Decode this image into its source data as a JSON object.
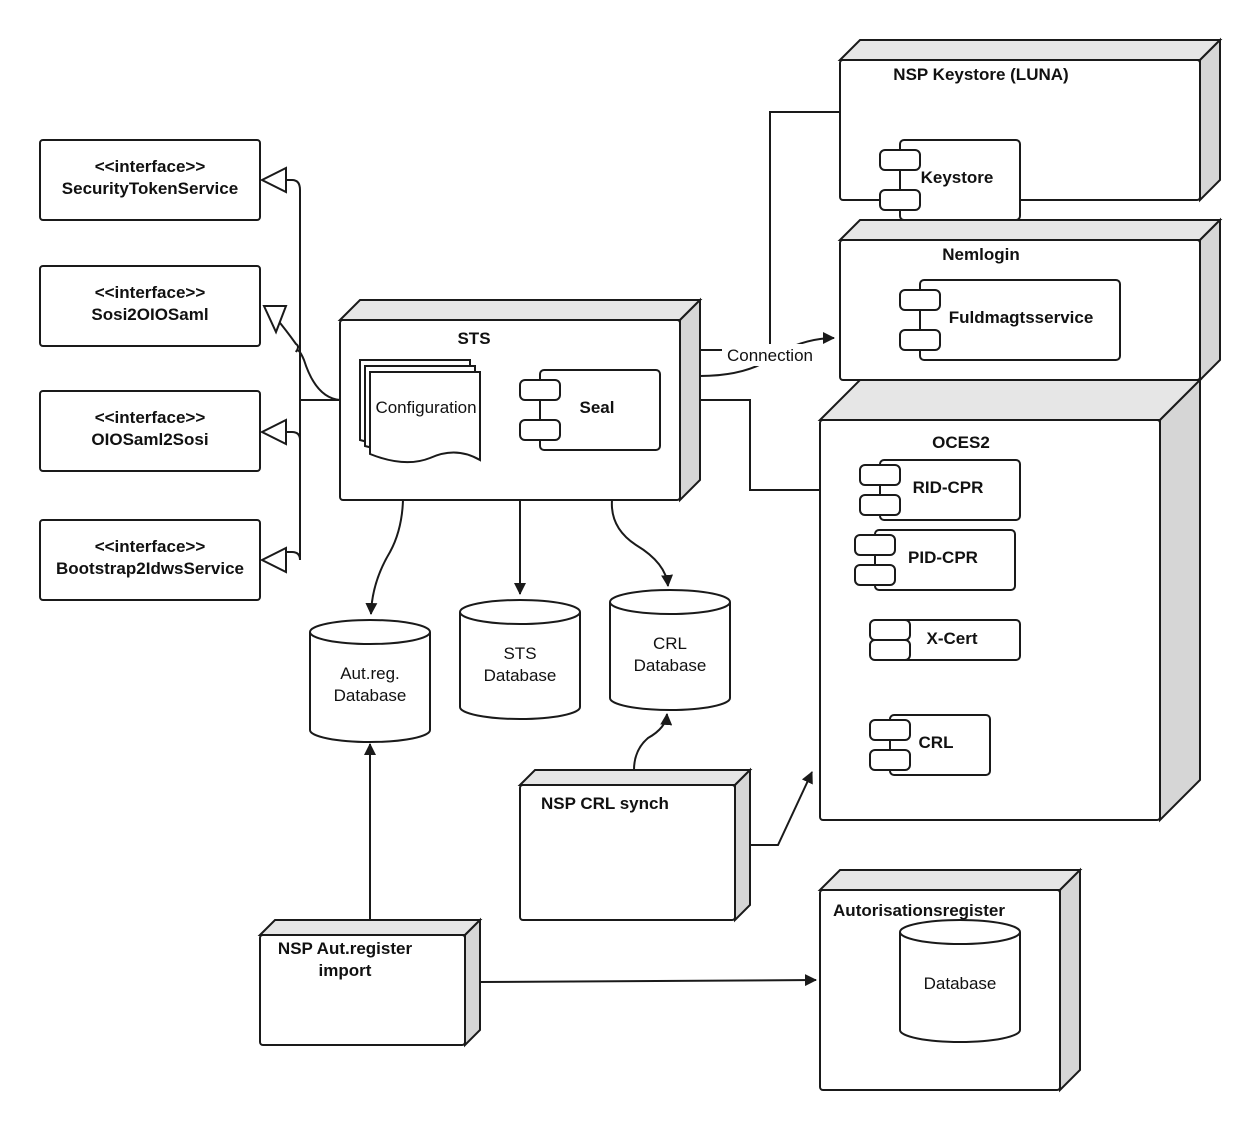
{
  "interfaces": [
    {
      "stereotype": "<<interface>>",
      "name": "SecurityTokenService"
    },
    {
      "stereotype": "<<interface>>",
      "name": "Sosi2OIOSaml"
    },
    {
      "stereotype": "<<interface>>",
      "name": "OIOSaml2Sosi"
    },
    {
      "stereotype": "<<interface>>",
      "name": "Bootstrap2IdwsService"
    }
  ],
  "nodes": {
    "sts": {
      "title": "STS",
      "configuration": "Configuration",
      "seal": "Seal"
    },
    "keystore_node": {
      "title": "NSP Keystore (LUNA)",
      "component": "Keystore"
    },
    "nemlogin": {
      "title": "Nemlogin",
      "component": "Fuldmagtsservice"
    },
    "oces2": {
      "title": "OCES2",
      "components": [
        "RID-CPR",
        "PID-CPR",
        "X-Cert",
        "CRL"
      ]
    },
    "crl_synch": {
      "title": "NSP CRL synch"
    },
    "autreg_import": {
      "title_line1": "NSP Aut.register",
      "title_line2": "import"
    },
    "autorisationsregister": {
      "title": "Autorisationsregister",
      "database": "Database"
    }
  },
  "databases": {
    "autreg": {
      "line1": "Aut.reg.",
      "line2": "Database"
    },
    "sts": {
      "line1": "STS",
      "line2": "Database"
    },
    "crl": {
      "line1": "CRL",
      "line2": "Database"
    }
  },
  "connectors": {
    "connection_label": "Connection"
  }
}
